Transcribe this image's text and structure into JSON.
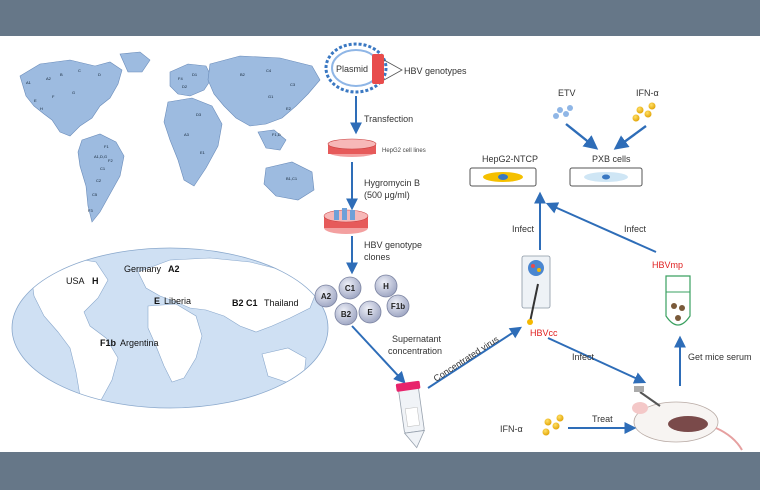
{
  "left_maps": {
    "genotype_map_labels": [
      "A1",
      "A2",
      "B",
      "C",
      "D",
      "E",
      "F",
      "G",
      "H",
      "A1,D,G",
      "C1",
      "C2",
      "C5",
      "F1",
      "F2",
      "F3",
      "F4",
      "D1",
      "D2",
      "D3",
      "A3",
      "E1",
      "B2",
      "C4",
      "C3",
      "G1",
      "E2",
      "F1,D",
      "B1,C1"
    ],
    "world": {
      "usa": "USA",
      "usa_genotype": "H",
      "germany": "Germany",
      "germany_genotype": "A2",
      "liberia_genotype": "E",
      "liberia": "Liberia",
      "thailand_genotypes": "B2 C1",
      "thailand": "Thailand",
      "argentina_genotype": "F1b",
      "argentina": "Argentina"
    }
  },
  "pipeline": {
    "plasmid": "Plasmid",
    "hbv_genotypes": "HBV genotypes",
    "transfection": "Transfection",
    "hepg2_cell_lines": "HepG2 cell lines",
    "hygromycin_line1": "Hygromycin B",
    "hygromycin_line2": "(500 μg/ml)",
    "clones_line1": "HBV genotype",
    "clones_line2": "clones",
    "clones": [
      "A2",
      "C1",
      "H",
      "B2",
      "E",
      "F1b"
    ],
    "supernatant_line1": "Supernatant",
    "supernatant_line2": "concentration",
    "concentrated_virus": "Concentrated virus"
  },
  "right": {
    "etv": "ETV",
    "ifn_top": "IFN-α",
    "hepg2_ntcp": "HepG2-NTCP",
    "pxb_cells": "PXB cells",
    "infect_left": "Infect",
    "infect_right": "Infect",
    "hbvcc": "HBVcc",
    "hbvmp": "HBVmp",
    "infect_mouse": "Infect",
    "get_mice_serum": "Get mice serum",
    "ifn_bottom": "IFN-α",
    "treat": "Treat"
  },
  "colors": {
    "map_land": "#9dbbe0",
    "map_ocean": "#cfe0f3",
    "arrow_blue": "#2e6db8",
    "red_label": "#e02020",
    "dot_yellow": "#f5b800"
  }
}
